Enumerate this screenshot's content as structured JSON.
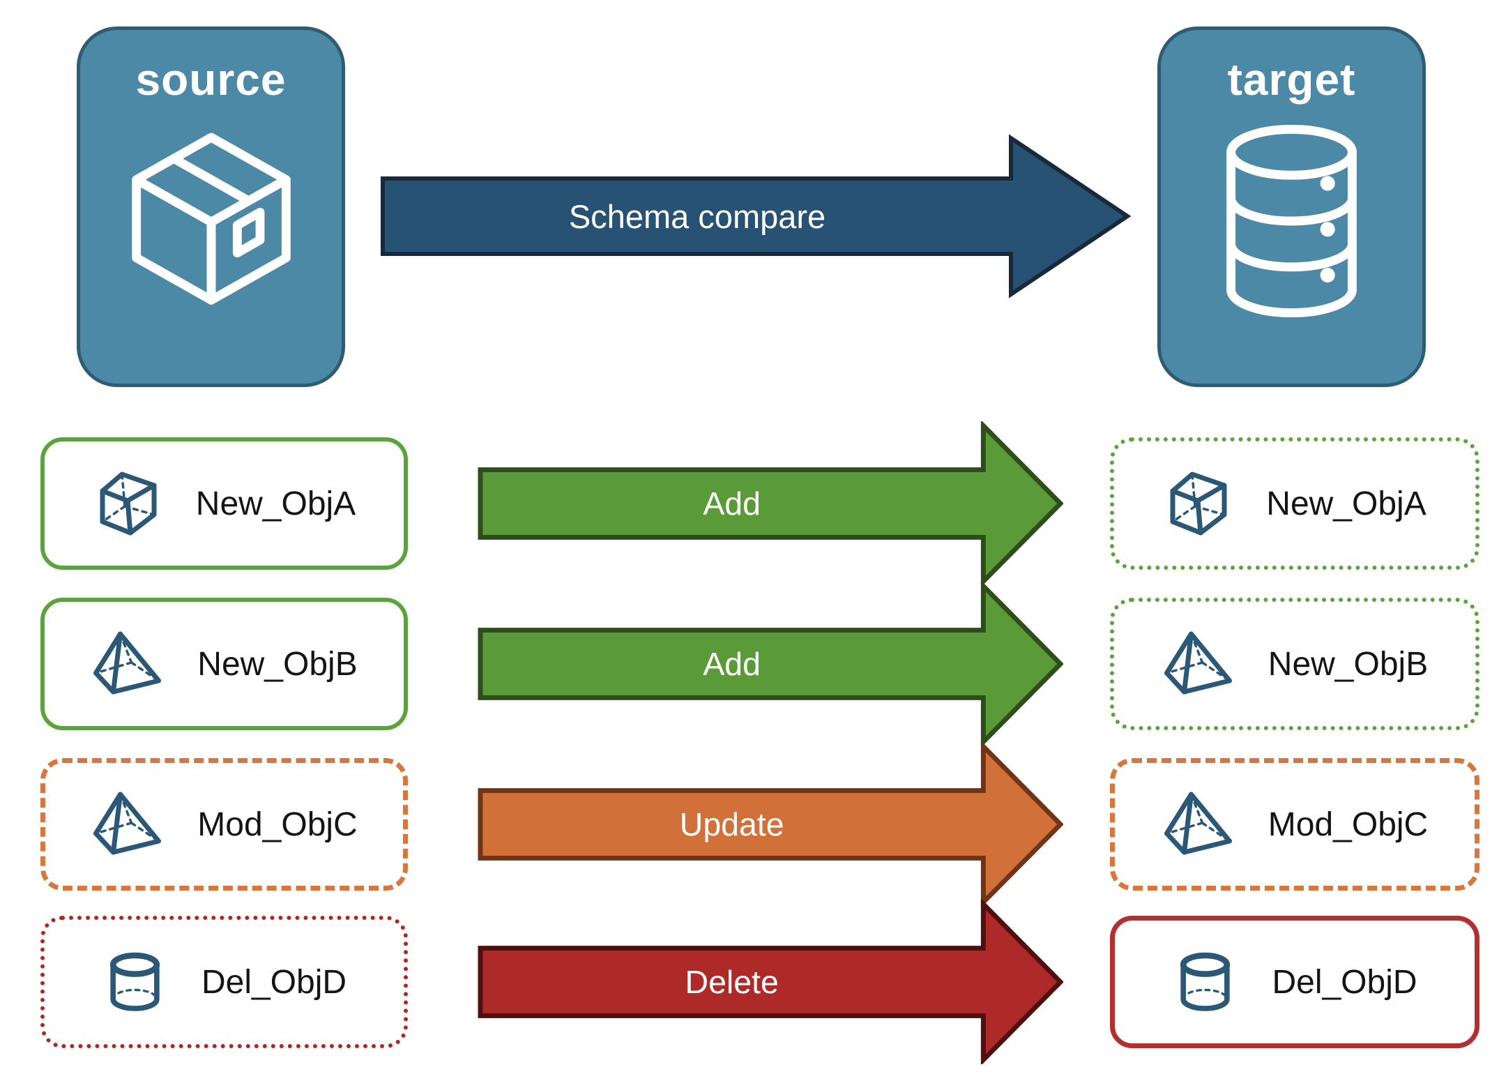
{
  "source": {
    "title": "source",
    "icon": "package-icon"
  },
  "target": {
    "title": "target",
    "icon": "database-icon"
  },
  "compare_arrow": {
    "label": "Schema compare"
  },
  "rows": [
    {
      "name": "New_ObjA",
      "icon": "cube-icon",
      "action": "Add",
      "source_border": "green-solid",
      "target_border": "green-dotted"
    },
    {
      "name": "New_ObjB",
      "icon": "pyramid-icon",
      "action": "Add",
      "source_border": "green-solid",
      "target_border": "green-dotted"
    },
    {
      "name": "Mod_ObjC",
      "icon": "pyramid-icon",
      "action": "Update",
      "source_border": "orange-dashed",
      "target_border": "orange-dashed"
    },
    {
      "name": "Del_ObjD",
      "icon": "cylinder-icon",
      "action": "Delete",
      "source_border": "red-dotted",
      "target_border": "red-solid"
    }
  ],
  "colors": {
    "entity_fill": "#4C89A7",
    "entity_border": "#305C72",
    "compare_arrow_fill": "#275273",
    "add_arrow_fill": "#5A9A39",
    "update_arrow_fill": "#D2703A",
    "delete_arrow_fill": "#AD2A28",
    "green_border": "#5AA53B",
    "orange_border": "#D9763E",
    "red_dotted_border": "#B22523",
    "red_solid_border": "#B23130",
    "icon_blue": "#2C5877"
  }
}
